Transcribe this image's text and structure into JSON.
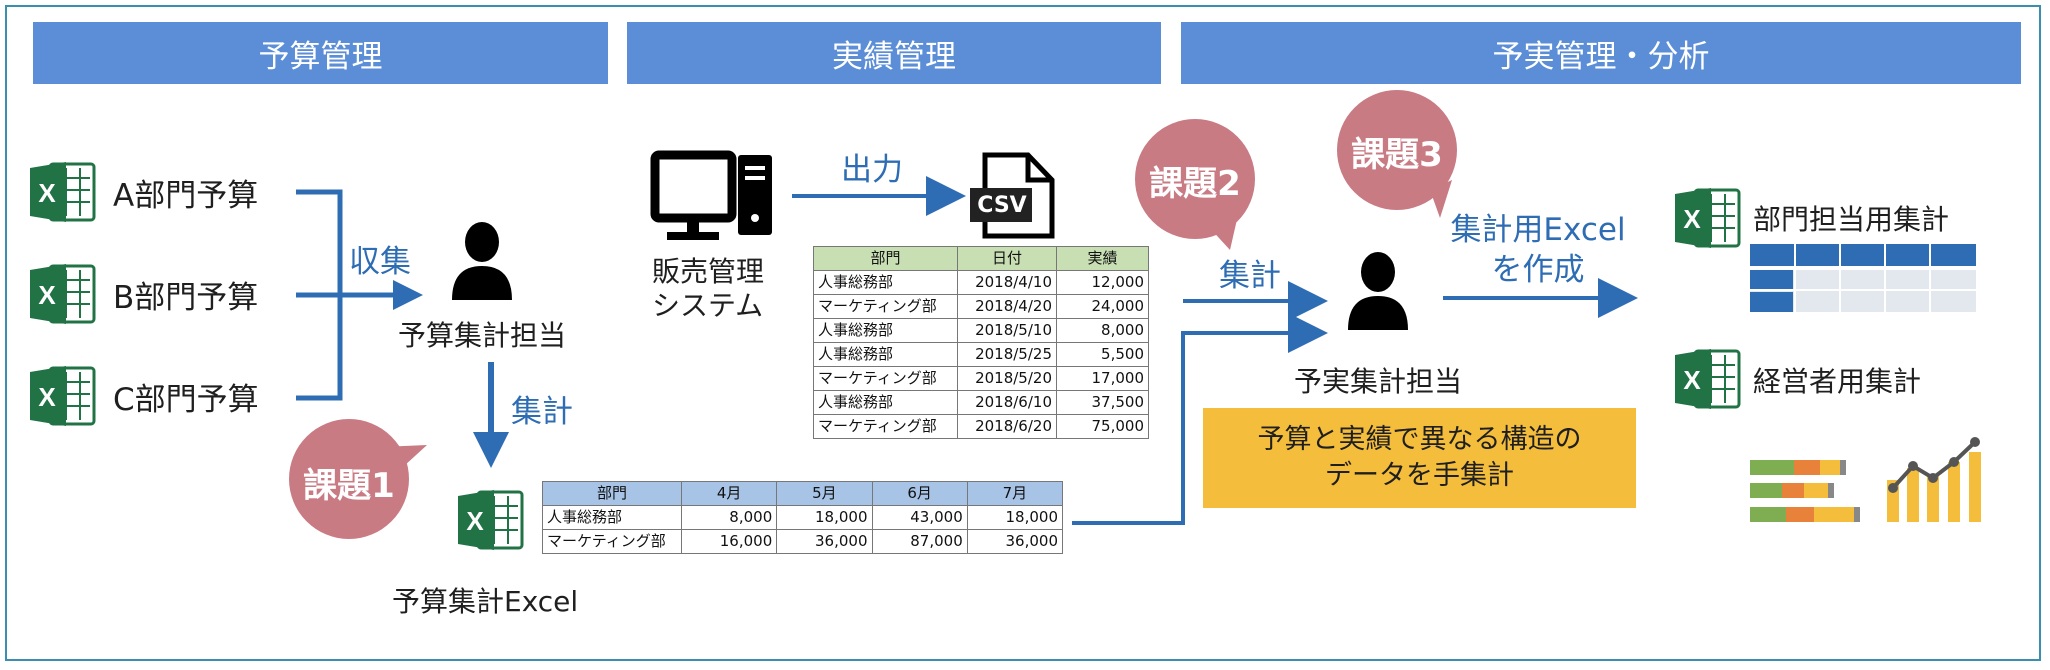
{
  "sections": {
    "budget": "予算管理",
    "actual": "実績管理",
    "analysis": "予実管理・分析"
  },
  "budget_side": {
    "items": [
      "A部門予算",
      "B部門予算",
      "C部門予算"
    ],
    "collect_label": "収集",
    "person_label": "予算集計担当",
    "aggregate_label": "集計",
    "issue_label": "課題1",
    "excel_label": "予算集計Excel"
  },
  "actual_side": {
    "system_label_line1": "販売管理",
    "system_label_line2": "システム",
    "output_label": "出力",
    "csv_label": "CSV",
    "table": {
      "headers": [
        "部門",
        "日付",
        "実績"
      ],
      "rows": [
        [
          "人事総務部",
          "2018/4/10",
          "12,000"
        ],
        [
          "マーケティング部",
          "2018/4/20",
          "24,000"
        ],
        [
          "人事総務部",
          "2018/5/10",
          "8,000"
        ],
        [
          "人事総務部",
          "2018/5/25",
          "5,500"
        ],
        [
          "マーケティング部",
          "2018/5/20",
          "17,000"
        ],
        [
          "人事総務部",
          "2018/6/10",
          "37,500"
        ],
        [
          "マーケティング部",
          "2018/6/20",
          "75,000"
        ]
      ]
    }
  },
  "budget_table": {
    "headers": [
      "部門",
      "4月",
      "5月",
      "6月",
      "7月"
    ],
    "rows": [
      [
        "人事総務部",
        "8,000",
        "18,000",
        "43,000",
        "18,000"
      ],
      [
        "マーケティング部",
        "16,000",
        "36,000",
        "87,000",
        "36,000"
      ]
    ]
  },
  "analysis_side": {
    "issue2_label": "課題2",
    "issue3_label": "課題3",
    "aggregate_label": "集計",
    "person_label": "予実集計担当",
    "create_label_line1": "集計用Excel",
    "create_label_line2": "を作成",
    "callout_line1": "予算と実績で異なる構造の",
    "callout_line2": "データを手集計",
    "dept_output_label": "部門担当用集計",
    "exec_output_label": "経営者用集計"
  },
  "colors": {
    "header_blue": "#5b8ed6",
    "arrow_blue": "#2e6db4",
    "issue_pink": "#c97b84",
    "excel_green": "#217346",
    "callout_yellow": "#f4bd3b",
    "actual_header_green": "#c8dfb4",
    "budget_header_blue": "#a7c3e6"
  },
  "icons": [
    "excel-icon",
    "person-icon",
    "computer-icon",
    "csv-file-icon",
    "speech-bubble-icon",
    "table-thumbnail-icon",
    "bar-line-chart-icon"
  ]
}
